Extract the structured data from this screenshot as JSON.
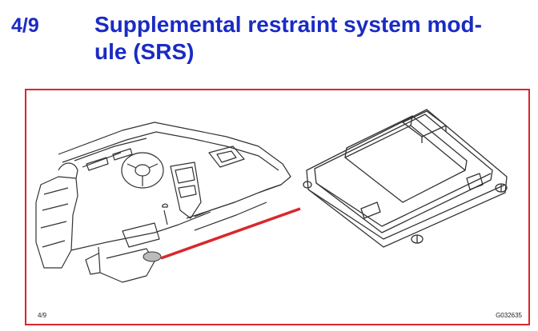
{
  "header": {
    "section_number": "4/9",
    "title_line1": "Supplemental restraint system mod-",
    "title_line2": "ule (SRS)"
  },
  "figure": {
    "page_ref": "4/9",
    "figure_code": "G032635",
    "callout_color": "#d9272e",
    "frame_color": "#d9272e",
    "title_color": "#1a2bc4"
  }
}
